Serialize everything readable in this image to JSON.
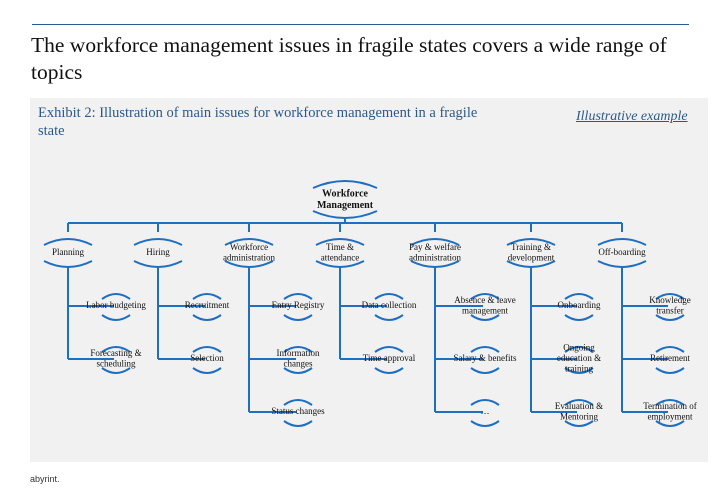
{
  "headline": "The workforce management issues in fragile states covers a wide range of topics",
  "exhibit_title": "Exhibit 2: Illustration of main issues for workforce management in a fragile state",
  "illustrative_label": "Illustrative example",
  "footer": "abyrint.",
  "colors": {
    "line": "#1f6fc0",
    "accent": "#2a5a8a",
    "panel": "#f1f1f1"
  },
  "root": {
    "lines": [
      "Workforce",
      "Management"
    ]
  },
  "categories": [
    {
      "id": "planning",
      "lines": [
        "Planning"
      ],
      "items": [
        [
          "Labor budgeting"
        ],
        [
          "Forecasting &",
          "scheduling"
        ]
      ]
    },
    {
      "id": "hiring",
      "lines": [
        "Hiring"
      ],
      "items": [
        [
          "Recruitment"
        ],
        [
          "Selection"
        ]
      ]
    },
    {
      "id": "workforce-administration",
      "lines": [
        "Workforce",
        "administration"
      ],
      "items": [
        [
          "Entry Registry"
        ],
        [
          "Information",
          "changes"
        ],
        [
          "Status changes"
        ]
      ]
    },
    {
      "id": "time-attendance",
      "lines": [
        "Time &",
        "attendance"
      ],
      "items": [
        [
          "Data collection"
        ],
        [
          "Time approval"
        ]
      ]
    },
    {
      "id": "pay-welfare",
      "lines": [
        "Pay & welfare",
        "administration"
      ],
      "items": [
        [
          "Absence & leave",
          "management"
        ],
        [
          "Salary & benefits"
        ],
        [
          "…"
        ]
      ]
    },
    {
      "id": "training-development",
      "lines": [
        "Training &",
        "development"
      ],
      "items": [
        [
          "Onboarding"
        ],
        [
          "Ongoing",
          "education &",
          "training"
        ],
        [
          "Evaluation &",
          "Mentoring"
        ]
      ]
    },
    {
      "id": "off-boarding",
      "lines": [
        "Off-boarding"
      ],
      "items": [
        [
          "Knowledge",
          "transfer"
        ],
        [
          "Retirement"
        ],
        [
          "Termination of",
          "employment"
        ]
      ]
    }
  ]
}
